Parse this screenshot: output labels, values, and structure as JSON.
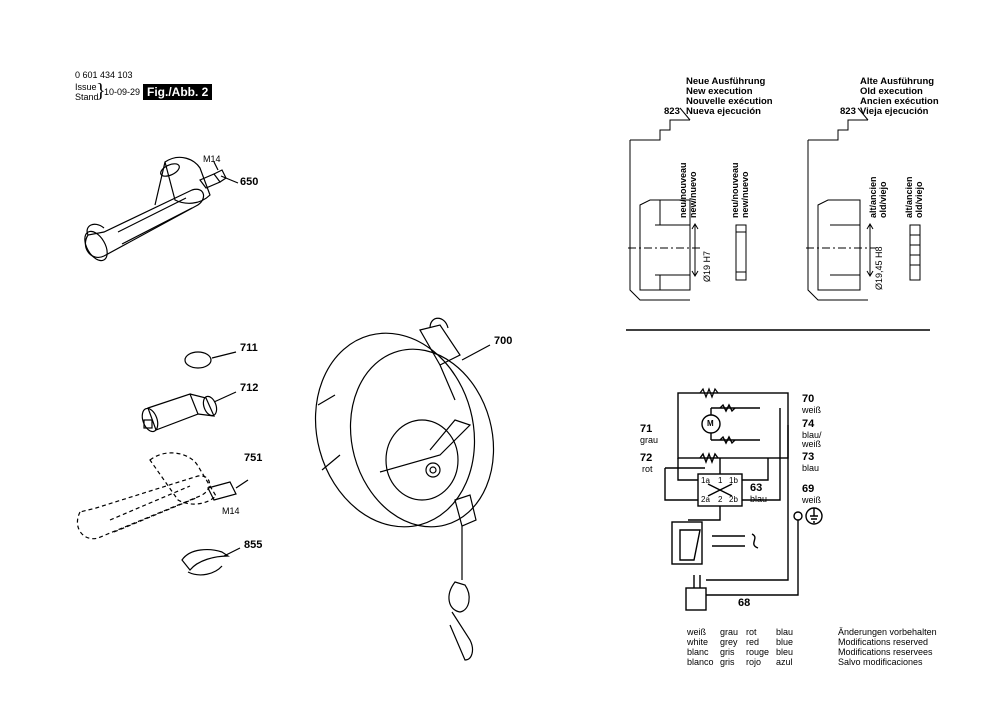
{
  "header": {
    "part_number": "0 601 434 103",
    "issue_label": "Issue",
    "stand_label": "Stand",
    "date": "10-09-29",
    "figure": "Fig./Abb. 2"
  },
  "parts": {
    "p650": "650",
    "m14_top": "M14",
    "p711": "711",
    "p712": "712",
    "p751": "751",
    "m14_bottom": "M14",
    "p855": "855",
    "p700": "700"
  },
  "execution_new": {
    "line1": "Neue Ausführung",
    "line2": "New execution",
    "line3": "Nouvelle exécution",
    "line4": "Nueva ejecución",
    "ref": "823",
    "vert1a": "neu/nouveau",
    "vert1b": "new/nuevo",
    "vert2a": "neu/nouveau",
    "vert2b": "new/nuevo",
    "dim": "Ø19 H7"
  },
  "execution_old": {
    "line1": "Alte Ausführung",
    "line2": "Old execution",
    "line3": "Ancien exécution",
    "line4": "Vieja ejecución",
    "ref": "823",
    "vert1a": "alt/ancien",
    "vert1b": "old/viejo",
    "vert2a": "alt/ancien",
    "vert2b": "old/viejo",
    "dim": "Ø19,45 H8"
  },
  "wiring": {
    "w70": "70",
    "w70_color": "weiß",
    "w74": "74",
    "w74_color1": "blau/",
    "w74_color2": "weiß",
    "w73": "73",
    "w73_color": "blau",
    "w69": "69",
    "w69_color": "weiß",
    "w71": "71",
    "w71_color": "grau",
    "w72": "72",
    "w72_color": "rot",
    "w63": "63",
    "w63_color": "blau",
    "w68": "68",
    "motor": "M",
    "t1a": "1a",
    "t1": "1",
    "t1b": "1b",
    "t2a": "2a",
    "t2": "2",
    "t2b": "2b"
  },
  "legend": {
    "col1": [
      "weiß",
      "white",
      "blanc",
      "blanco"
    ],
    "col2": [
      "grau",
      "grey",
      "gris",
      "gris"
    ],
    "col3": [
      "rot",
      "red",
      "rouge",
      "rojo"
    ],
    "col4": [
      "blau",
      "blue",
      "bleu",
      "azul"
    ],
    "notice": [
      "Änderungen vorbehalten",
      "Modifications reserved",
      "Modifications reservees",
      "Salvo modificaciones"
    ]
  }
}
